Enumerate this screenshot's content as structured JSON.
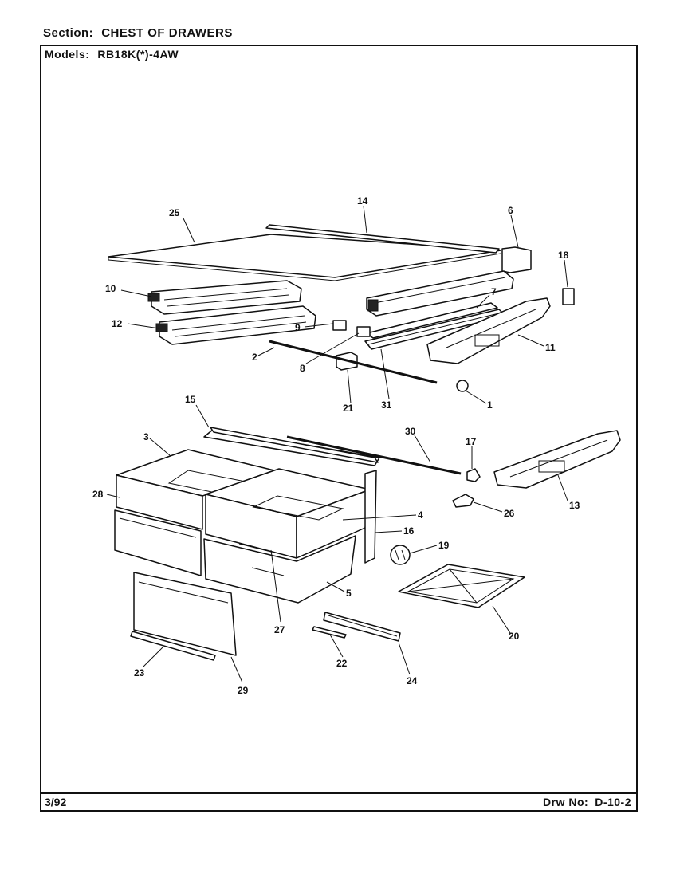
{
  "header": {
    "section_label": "Section:",
    "section_value": "CHEST OF DRAWERS",
    "models_label": "Models:",
    "models_value": "RB18K(*)-4AW"
  },
  "footer": {
    "date": "3/92",
    "drawing_label": "Drw No:",
    "drawing_number": "D-10-2"
  },
  "callouts": [
    "1",
    "2",
    "3",
    "4",
    "5",
    "6",
    "7",
    "8",
    "9",
    "10",
    "11",
    "12",
    "13",
    "14",
    "15",
    "16",
    "17",
    "18",
    "19",
    "20",
    "21",
    "22",
    "23",
    "24",
    "25",
    "26",
    "27",
    "28",
    "29",
    "30",
    "31"
  ]
}
